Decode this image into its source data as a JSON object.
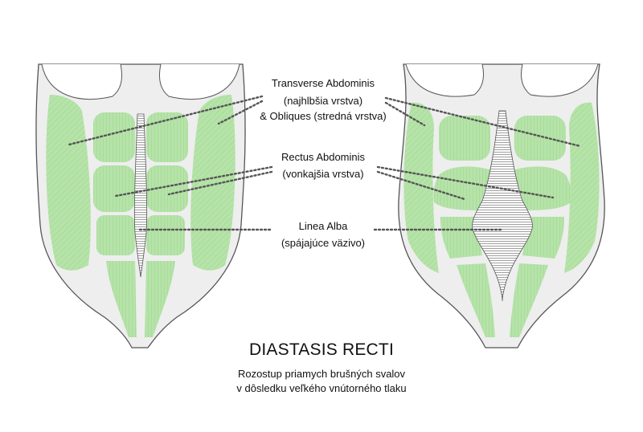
{
  "labels": {
    "transverse_l1": "Transverse Abdominis",
    "transverse_l2": "(najhlbšia vrstva)",
    "transverse_l3": "& Obliques (stredná vrstva)",
    "rectus_l1": "Rectus Abdominis",
    "rectus_l2": "(vonkajšia vrstva)",
    "linea_l1": "Linea Alba",
    "linea_l2": "(spájajúce väzivo)"
  },
  "title": "DIASTASIS RECTI",
  "subtitle_l1": "Rozostup priamych brušných svalov",
  "subtitle_l2": "v dôsledku veľkého vnútorného tlaku",
  "colors": {
    "muscle": "#b5e3a8",
    "muscle_line": "#8fcf80",
    "skin": "#eeeeee",
    "outline": "#555555",
    "leader": "#555555"
  }
}
